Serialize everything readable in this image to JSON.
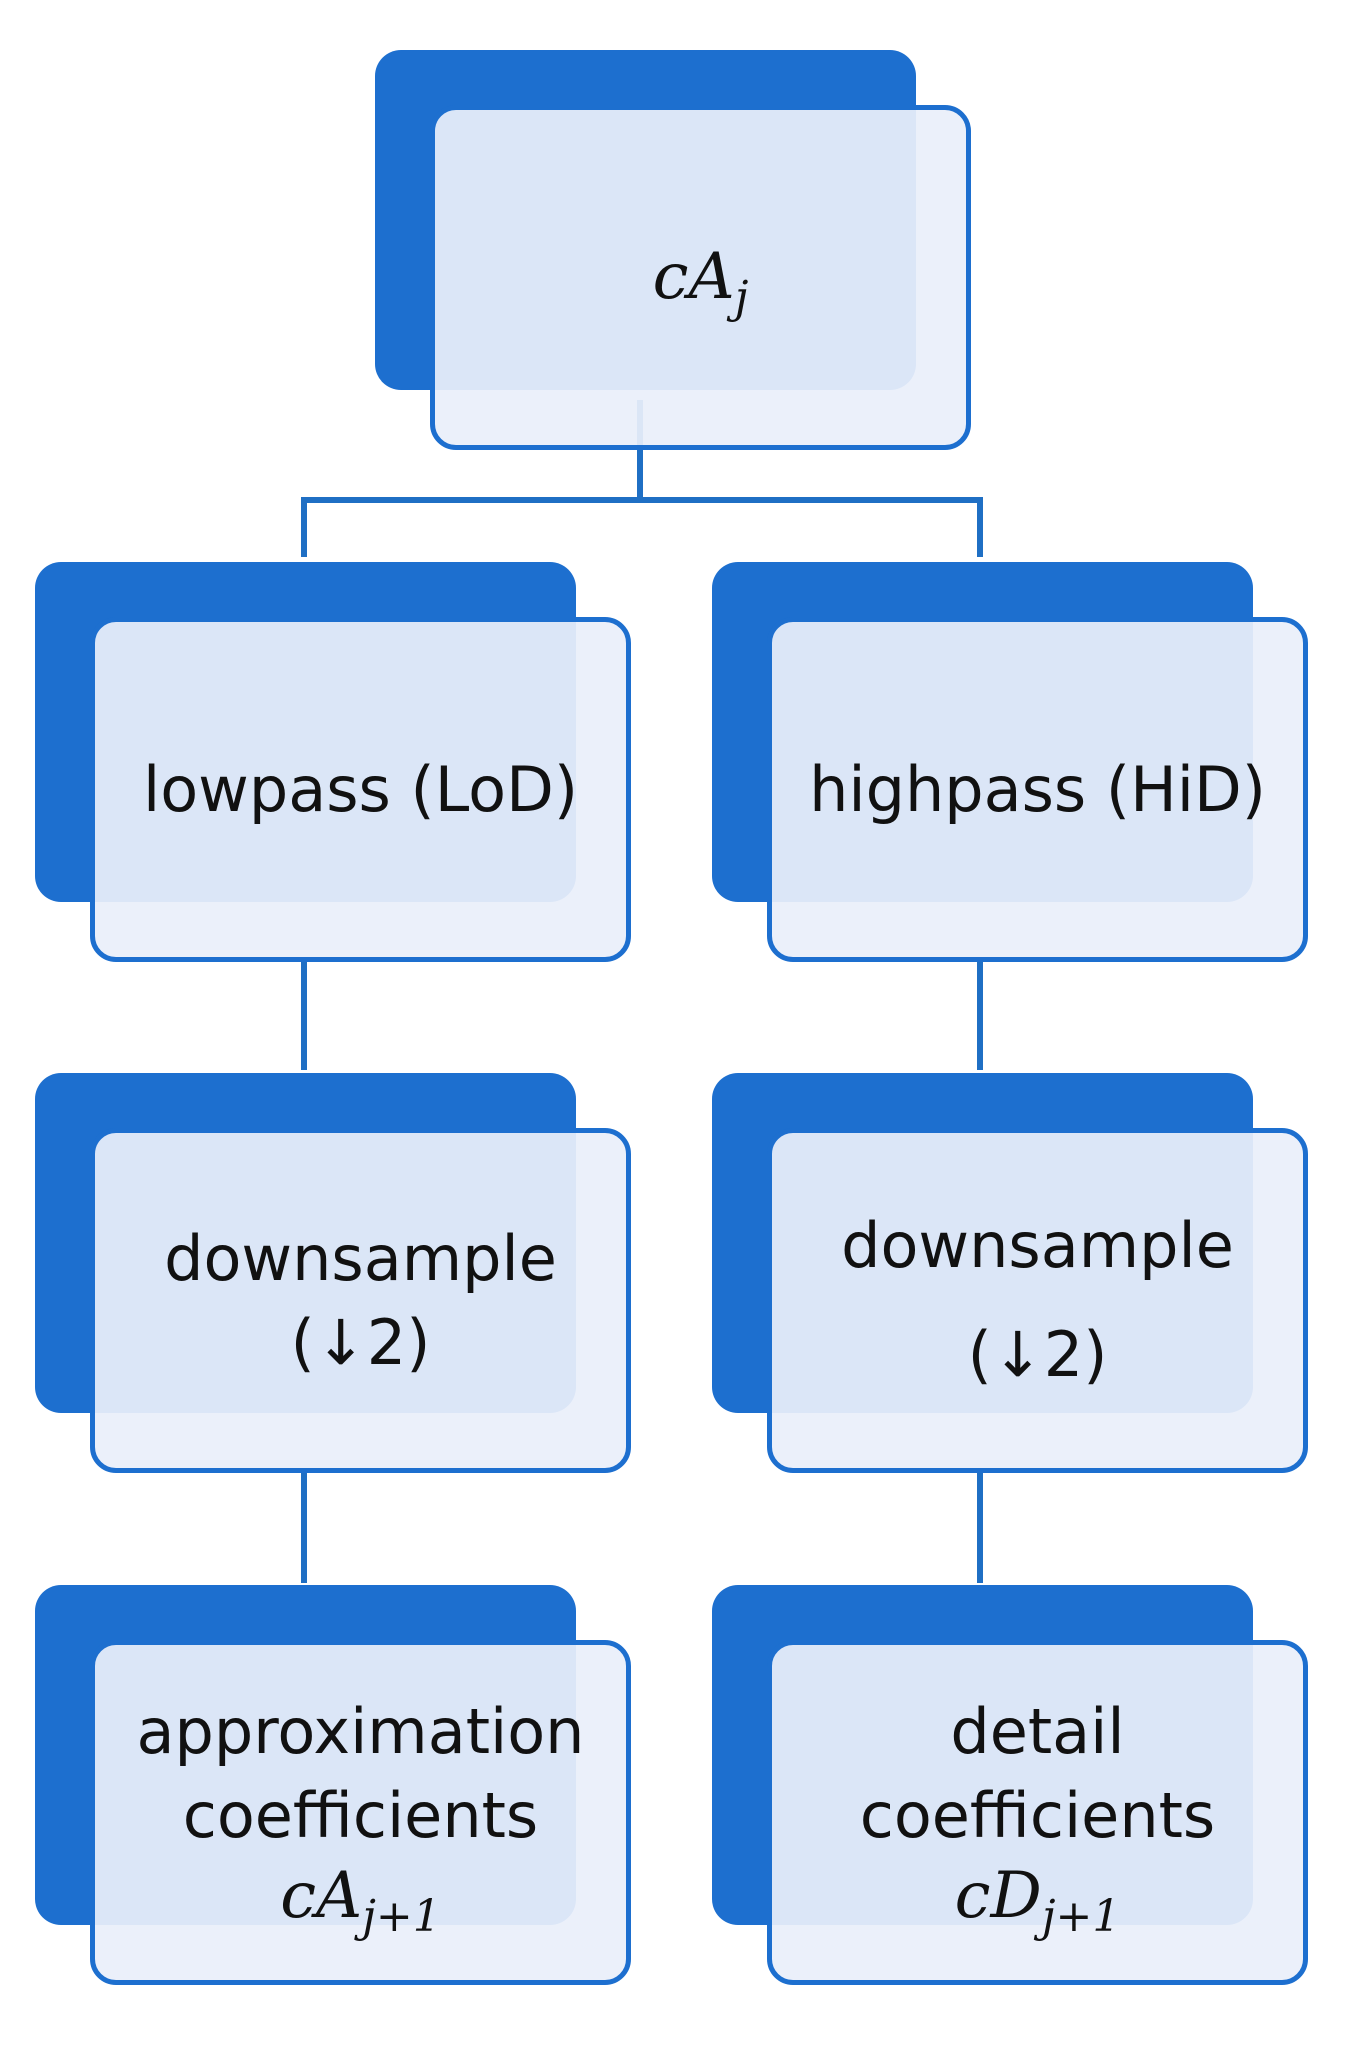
{
  "nodes": {
    "root": {
      "var": "cA",
      "sub": "j"
    },
    "lowpass": {
      "line1": "lowpass (LoD)"
    },
    "highpass": {
      "line1": "highpass (HiD)"
    },
    "low_down": {
      "line1": "downsample",
      "line2": "(↓2)"
    },
    "high_down": {
      "line1": "downsample",
      "line2": "(↓2)"
    },
    "approx": {
      "line1": "approximation",
      "line2": "coefficients",
      "var": "cA",
      "sub": "j+1"
    },
    "detail": {
      "line1": "detail",
      "line2": "coefficients",
      "var": "cD",
      "sub": "j+1"
    }
  },
  "colors": {
    "accent": "#1d6fcf",
    "box_fill": "#e9effa",
    "connector": "#1f6fc4",
    "text": "#111111"
  }
}
